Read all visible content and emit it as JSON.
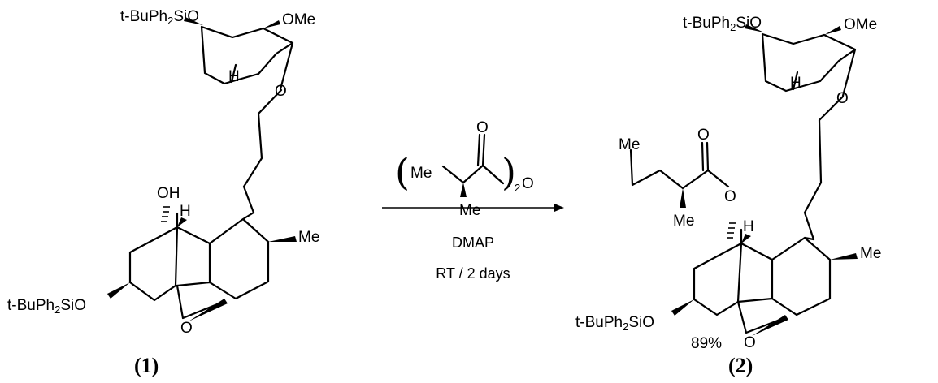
{
  "compound1": {
    "tbdps_top": "t-BuPh",
    "tbdps_top_sub": "2",
    "tbdps_top_tail": "SiO",
    "ome": "OMe",
    "h_ring": "H",
    "o_ring": "O",
    "oh": "OH",
    "h_fusion": "H",
    "me": "Me",
    "tbdps_bottom": "t-BuPh",
    "tbdps_bottom_sub": "2",
    "tbdps_bottom_tail": "SiO",
    "epoxide_o": "O",
    "label": "(1)"
  },
  "reagent": {
    "paren_left": "(",
    "paren_right": ")",
    "me_left": "Me",
    "me_bottom": "Me",
    "carbonyl_o": "O",
    "subscript": "2",
    "anhydride_o": "O",
    "catalyst": "DMAP",
    "conditions": "RT / 2 days"
  },
  "compound2": {
    "tbdps_top": "t-BuPh",
    "tbdps_top_sub": "2",
    "tbdps_top_tail": "SiO",
    "ome": "OMe",
    "h_ring": "H",
    "o_ring": "O",
    "ester_me_top": "Me",
    "ester_carbonyl_o": "O",
    "ester_o": "O",
    "ester_me_bottom": "Me",
    "h_fusion": "H",
    "me": "Me",
    "tbdps_bottom": "t-BuPh",
    "tbdps_bottom_sub": "2",
    "tbdps_bottom_tail": "SiO",
    "epoxide_o": "O",
    "yield": "89%",
    "label": "(2)"
  }
}
